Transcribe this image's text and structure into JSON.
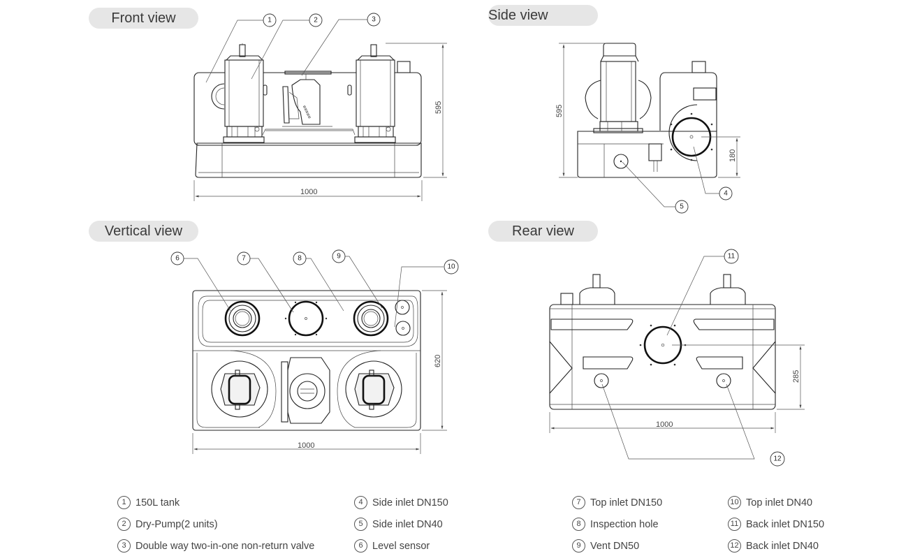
{
  "views": {
    "front": {
      "title": "Front view",
      "dim_width": "1000",
      "dim_height": "595"
    },
    "side": {
      "title": "Side view",
      "dim_height": "595",
      "dim_inlet_height": "180"
    },
    "vertical": {
      "title": "Vertical view",
      "dim_width": "1000",
      "dim_depth": "620"
    },
    "rear": {
      "title": "Rear view",
      "dim_width": "1000",
      "dim_inlet_height": "285"
    }
  },
  "callouts": [
    "1",
    "2",
    "3",
    "4",
    "5",
    "6",
    "7",
    "8",
    "9",
    "10",
    "11",
    "12"
  ],
  "legend": [
    {
      "num": "1",
      "label": "150L tank"
    },
    {
      "num": "2",
      "label": "Dry-Pump(2 units)"
    },
    {
      "num": "3",
      "label": "Double way two-in-one non-return valve"
    },
    {
      "num": "4",
      "label": "Side inlet DN150"
    },
    {
      "num": "5",
      "label": "Side inlet DN40"
    },
    {
      "num": "6",
      "label": "Level sensor"
    },
    {
      "num": "7",
      "label": "Top inlet DN150"
    },
    {
      "num": "8",
      "label": "Inspection hole"
    },
    {
      "num": "9",
      "label": "Vent DN50"
    },
    {
      "num": "10",
      "label": "Top inlet DN40"
    },
    {
      "num": "11",
      "label": "Back inlet DN150"
    },
    {
      "num": "12",
      "label": "Back inlet DN40"
    }
  ]
}
